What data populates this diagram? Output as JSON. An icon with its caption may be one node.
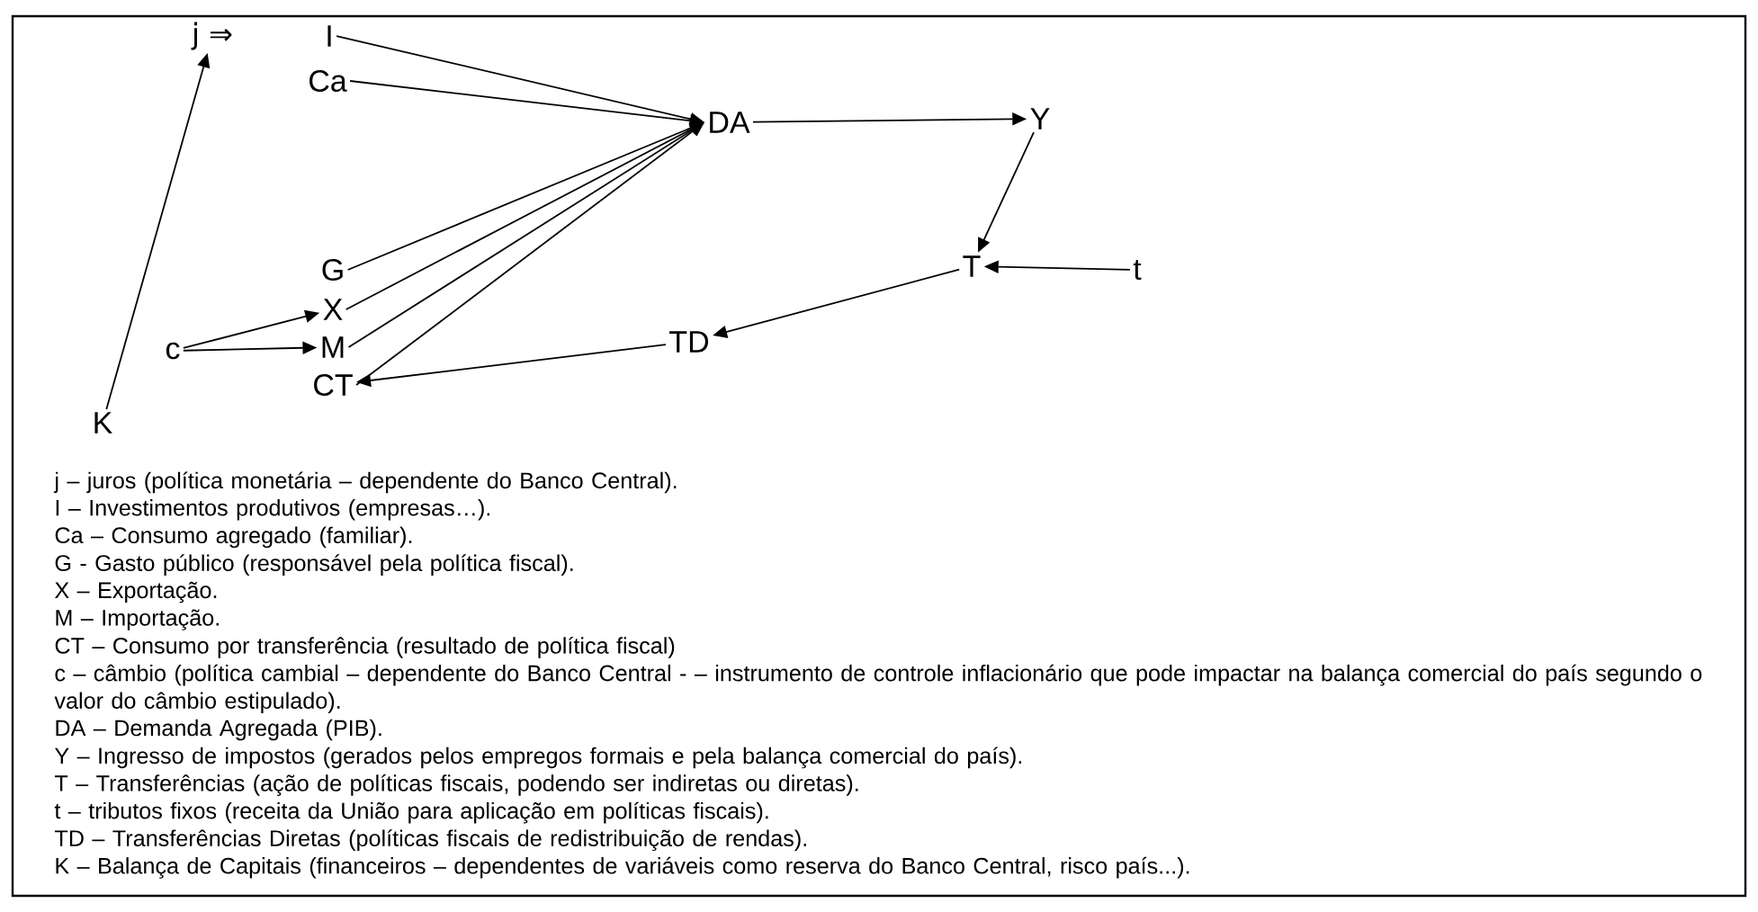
{
  "diagram": {
    "nodes": [
      {
        "text": [
          "j ⇒"
        ]
      },
      {
        "text": [
          "I"
        ]
      },
      {
        "text": [
          "Ca"
        ]
      },
      {
        "text": [
          "G"
        ]
      },
      {
        "text": [
          "X"
        ]
      },
      {
        "text": [
          "M"
        ]
      },
      {
        "text": [
          "CT"
        ]
      },
      {
        "text": [
          "DA"
        ]
      },
      {
        "text": [
          "Y"
        ]
      },
      {
        "text": [
          "T"
        ]
      },
      {
        "text": [
          "t"
        ]
      },
      {
        "text": [
          "TD"
        ]
      },
      {
        "text": [
          "c"
        ]
      },
      {
        "text": [
          "K"
        ]
      }
    ],
    "edges": [
      {
        "from": 13,
        "to": 0,
        "arrow": "to"
      },
      {
        "from": 1,
        "to": 7,
        "arrow": "to"
      },
      {
        "from": 2,
        "to": 7,
        "arrow": "to"
      },
      {
        "from": 3,
        "to": 7,
        "arrow": "to"
      },
      {
        "from": 4,
        "to": 7,
        "arrow": "to"
      },
      {
        "from": 5,
        "to": 7,
        "arrow": "to"
      },
      {
        "from": 6,
        "to": 7,
        "arrow": "to"
      },
      {
        "from": 7,
        "to": 8,
        "arrow": "to"
      },
      {
        "from": 8,
        "to": 9,
        "arrow": "to"
      },
      {
        "from": 10,
        "to": 9,
        "arrow": "to"
      },
      {
        "from": 9,
        "to": 11,
        "arrow": "to"
      },
      {
        "from": 11,
        "to": 6,
        "arrow": "to"
      },
      {
        "from": 12,
        "to": 4,
        "arrow": "to"
      },
      {
        "from": 12,
        "to": 5,
        "arrow": "to"
      }
    ],
    "labels": [
      "j – juros (política monetária – dependente do Banco Central).",
      "I – Investimentos produtivos (empresas…).",
      "Ca – Consumo agregado (familiar).",
      "G - Gasto público (responsável pela política fiscal).",
      "X – Exportação.",
      "M – Importação.",
      "CT – Consumo por transferência (resultado de política fiscal)",
      "c – câmbio (política cambial – dependente do Banco Central - – instrumento de controle inflacionário que pode impactar na balança comercial do país segundo o valor do câmbio estipulado).",
      "DA – Demanda Agregada (PIB).",
      "Y – Ingresso de impostos (gerados pelos empregos formais e pela balança comercial do país).",
      "T – Transferências (ação de políticas fiscais, podendo ser indiretas ou diretas).",
      "t – tributos fixos (receita da União para aplicação em políticas fiscais).",
      "TD – Transferências Diretas (políticas fiscais de redistribuição de rendas).",
      "K – Balança de Capitais (financeiros – dependentes de variáveis como reserva do Banco Central, risco país...)."
    ]
  }
}
